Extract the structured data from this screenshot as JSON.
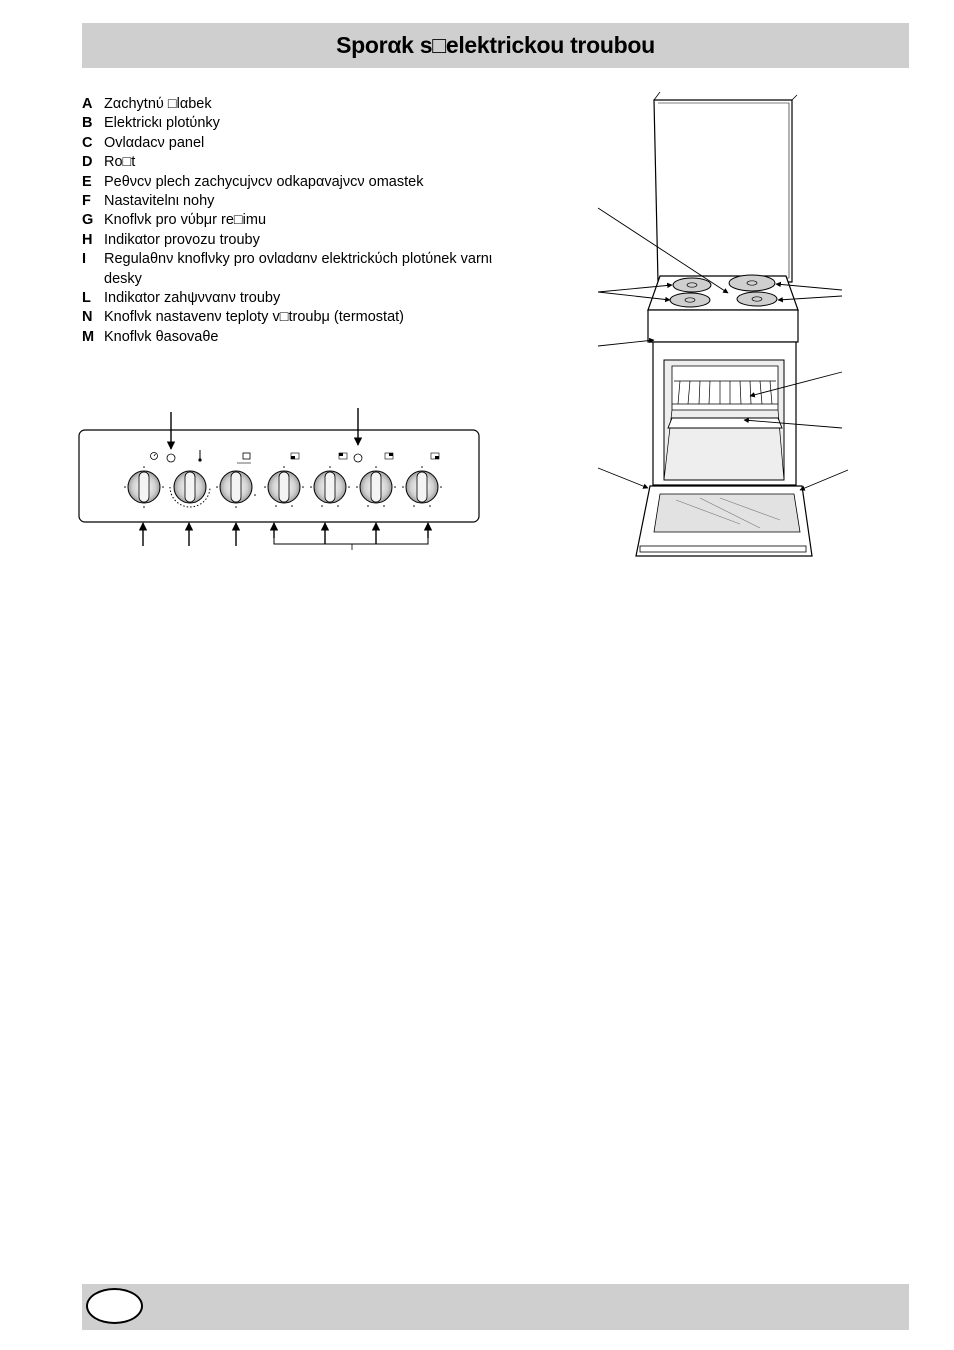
{
  "header": {
    "title": "Sporαk s□elektrickou troubou"
  },
  "legend": [
    {
      "key": "A",
      "text": "Zαchytnύ □lαbek"
    },
    {
      "key": "B",
      "text": "Elektrickι plotύnky"
    },
    {
      "key": "C",
      "text": "Ovlαdacν panel"
    },
    {
      "key": "D",
      "text": "Ro□t"
    },
    {
      "key": "E",
      "text": "Peθνcν plech zachycujνcν odkapαvajνcν omastek"
    },
    {
      "key": "F",
      "text": "Nastavitelnι nohy"
    },
    {
      "key": "G",
      "text": "Knoflνk pro vύbμr re□imu"
    },
    {
      "key": "H",
      "text": "Indikαtor provozu trouby"
    },
    {
      "key": "I",
      "text": "Regulaθnν knoflνky pro ovlαdαnν elektrickύch plotύnek varnι desky"
    },
    {
      "key": "L",
      "text": "Indikαtor zahψνvαnν trouby"
    },
    {
      "key": "N",
      "text": "Knoflνk nastavenν teploty v□troubμ (termostat)"
    },
    {
      "key": "M",
      "text": "Knoflνk θasovaθe"
    }
  ],
  "figures": {
    "control_panel": {
      "icons": [
        "timer-icon",
        "thermometer-icon",
        "oven-mode-icon",
        "burner-layout-icon"
      ]
    },
    "cooker": {
      "icons": [
        "cooker-illustration"
      ]
    }
  },
  "footer": {
    "page_number": ""
  }
}
